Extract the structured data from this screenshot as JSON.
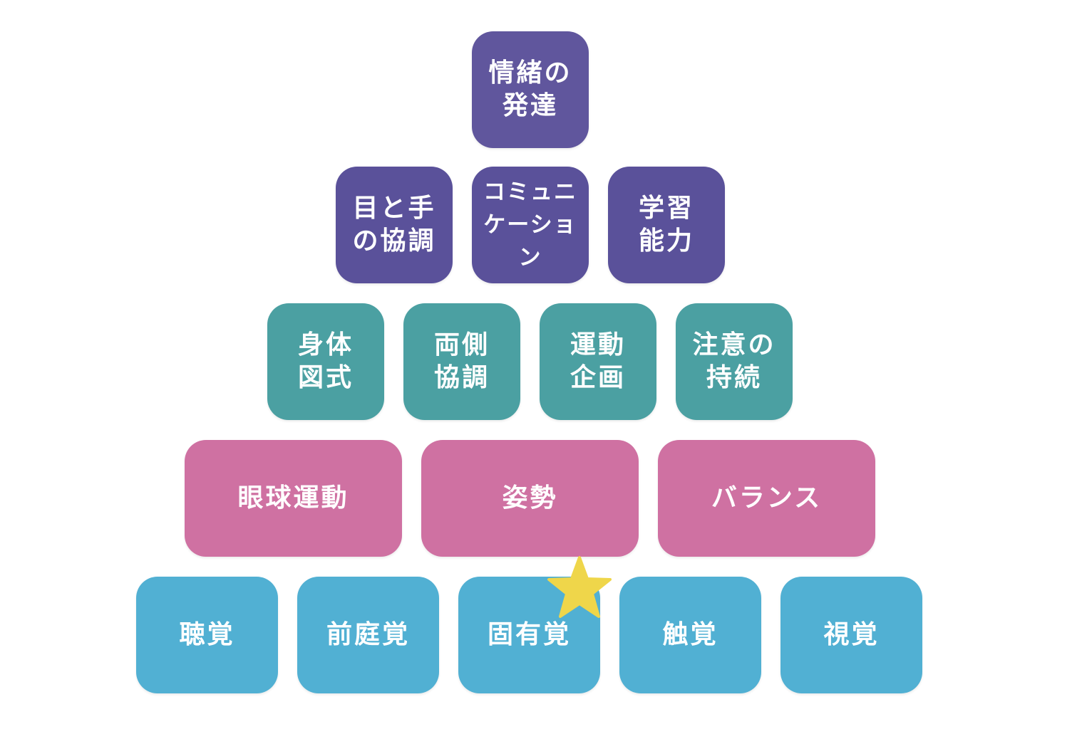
{
  "colors": {
    "level5": "#60569d",
    "level4": "#5a519a",
    "level3": "#4ba0a2",
    "level2": "#cf71a2",
    "level1": "#51b0d3",
    "star": "#efd64a"
  },
  "pyramid": {
    "level5": [
      {
        "label": "情緒の\n発達"
      }
    ],
    "level4": [
      {
        "label": "目と手\nの協調"
      },
      {
        "label": "コミュニ\nケーション"
      },
      {
        "label": "学習\n能力"
      }
    ],
    "level3": [
      {
        "label": "身体\n図式"
      },
      {
        "label": "両側\n協調"
      },
      {
        "label": "運動\n企画"
      },
      {
        "label": "注意の\n持続"
      }
    ],
    "level2": [
      {
        "label": "眼球運動"
      },
      {
        "label": "姿勢"
      },
      {
        "label": "バランス"
      }
    ],
    "level1": [
      {
        "label": "聴覚"
      },
      {
        "label": "前庭覚"
      },
      {
        "label": "固有覚"
      },
      {
        "label": "触覚"
      },
      {
        "label": "視覚"
      }
    ]
  },
  "marker": {
    "icon": "star-icon",
    "target": "固有覚"
  }
}
